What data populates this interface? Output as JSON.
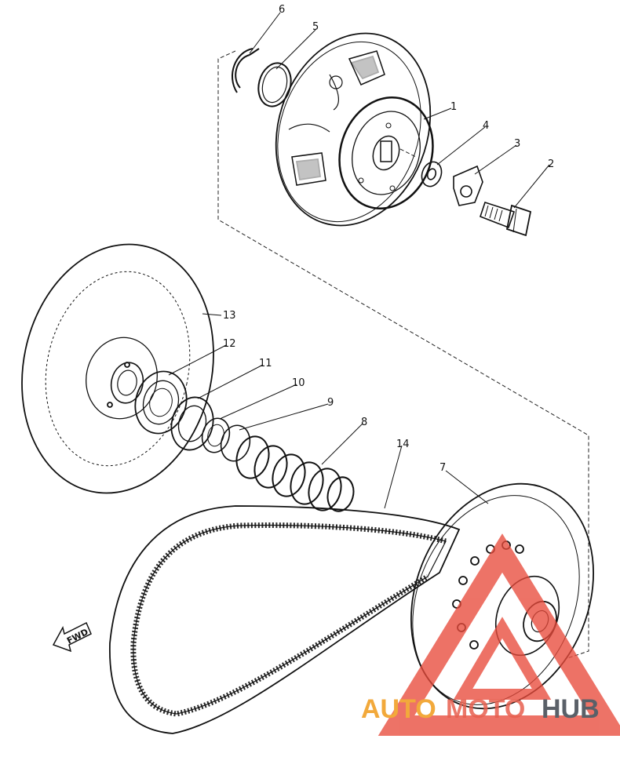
{
  "callouts": {
    "n1": "1",
    "n2": "2",
    "n3": "3",
    "n4": "4",
    "n5": "5",
    "n6": "6",
    "n7": "7",
    "n8": "8",
    "n9": "9",
    "n10": "10",
    "n11": "11",
    "n12": "12",
    "n13": "13",
    "n14": "14"
  },
  "direction_label": "FWD",
  "watermark": {
    "part1": "AUTO",
    "part2": "MOTO",
    "part3": "HUB",
    "colors": {
      "part1": "#f2a93b",
      "part2": "#e8604f",
      "part3": "#5a6068",
      "triangle": "#e84b3c"
    }
  }
}
